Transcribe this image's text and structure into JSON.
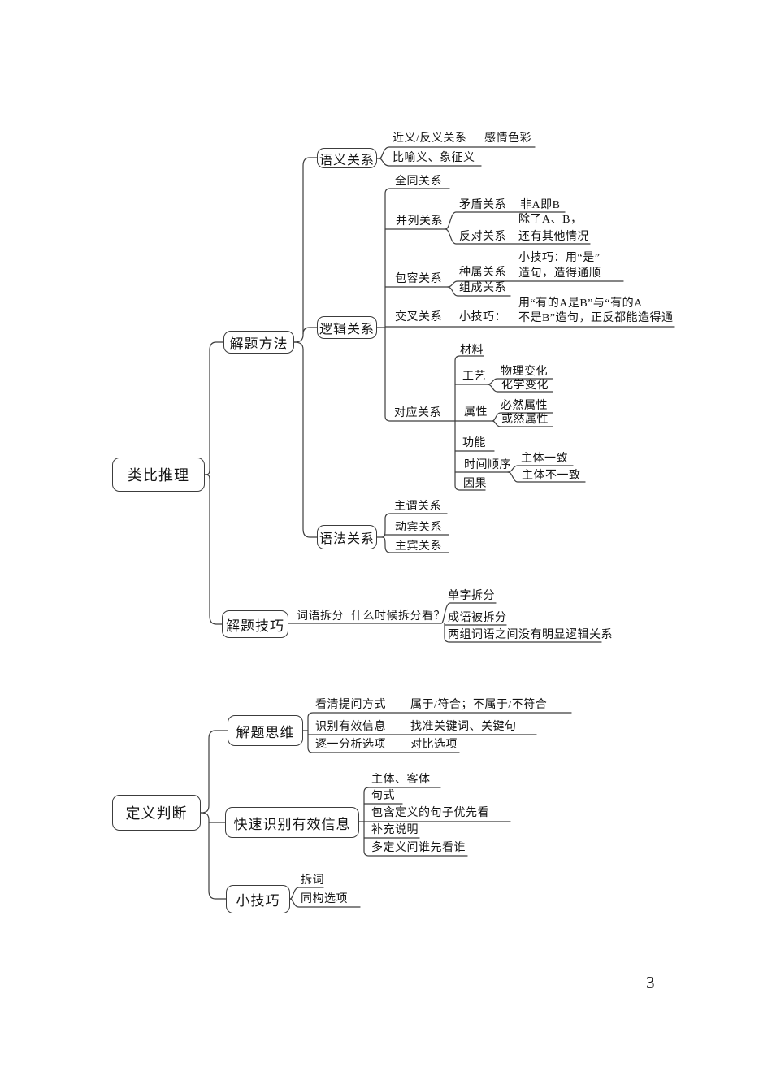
{
  "page_number": "3",
  "analogy": {
    "root": "类比推理",
    "methods": {
      "label": "解题方法",
      "semantic": {
        "label": "语义关系",
        "row1_label": "近义/反义关系",
        "row1_note": "感情色彩",
        "row2_label": "比喻义、象征义"
      },
      "logic": {
        "label": "逻辑关系",
        "identity": "全同关系",
        "parallel": {
          "label": "并列关系",
          "contradiction_label": "矛盾关系",
          "contradiction_note": "非A即B",
          "opposition_label": "反对关系",
          "opposition_note_line1": "除了A、B，",
          "opposition_note_line2": "还有其他情况"
        },
        "inclusion": {
          "label": "包容关系",
          "genus_label": "种属关系",
          "genus_note_line1": "小技巧：用“是”",
          "genus_note_line2": "造句，造得通顺",
          "composition_label": "组成关系"
        },
        "cross": {
          "label": "交叉关系",
          "tip_label": "小技巧：",
          "note_line1": "用“有的A是B”与“有的A",
          "note_line2": "不是B”造句，正反都能造得通"
        },
        "correspondence": {
          "label": "对应关系",
          "material": "材料",
          "craft_label": "工艺",
          "craft_physical": "物理变化",
          "craft_chemical": "化学变化",
          "attribute_label": "属性",
          "attribute_necessary": "必然属性",
          "attribute_probable": "或然属性",
          "function": "功能",
          "time_label": "时间顺序",
          "time_same": "主体一致",
          "time_diff": "主体不一致",
          "causality": "因果"
        }
      },
      "grammar": {
        "label": "语法关系",
        "subject_predicate": "主谓关系",
        "verb_object": "动宾关系",
        "subject_object": "主宾关系"
      }
    },
    "techniques": {
      "label": "解题技巧",
      "split_label": "词语拆分",
      "split_question": "什么时候拆分看？",
      "single_char": "单字拆分",
      "idiom": "成语被拆分",
      "no_logic": "两组词语之间没有明显逻辑关系"
    }
  },
  "definition": {
    "root": "定义判断",
    "thinking": {
      "label": "解题思维",
      "row1_label": "看清提问方式",
      "row1_note": "属于/符合；不属于/不符合",
      "row2_label": "识别有效信息",
      "row2_note": "找准关键词、关键句",
      "row3_label": "逐一分析选项",
      "row3_note": "对比选项"
    },
    "identify": {
      "label": "快速识别有效信息",
      "items": [
        "主体、客体",
        "句式",
        "包含定义的句子优先看",
        "补充说明",
        "多定义问谁先看谁"
      ]
    },
    "tips": {
      "label": "小技巧",
      "items": [
        "拆词",
        "同构选项"
      ]
    }
  }
}
